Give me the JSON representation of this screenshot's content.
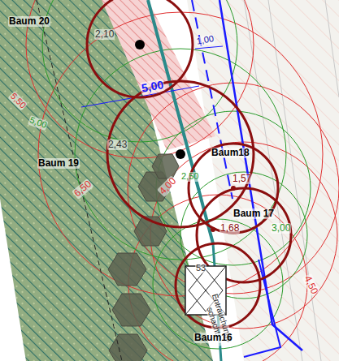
{
  "diagram": {
    "labels": [
      "Baum 20",
      "2,10",
      "1,00",
      "5,00",
      "5,50",
      "5,00",
      "2,43",
      "Baum18",
      "Baum 19",
      "2,50",
      "1,57",
      "6,50",
      "4,00",
      "Baum 17",
      "1,68",
      "3,00",
      "4,50",
      "53",
      "Entrauchungs schacht",
      "Baum16"
    ]
  }
}
